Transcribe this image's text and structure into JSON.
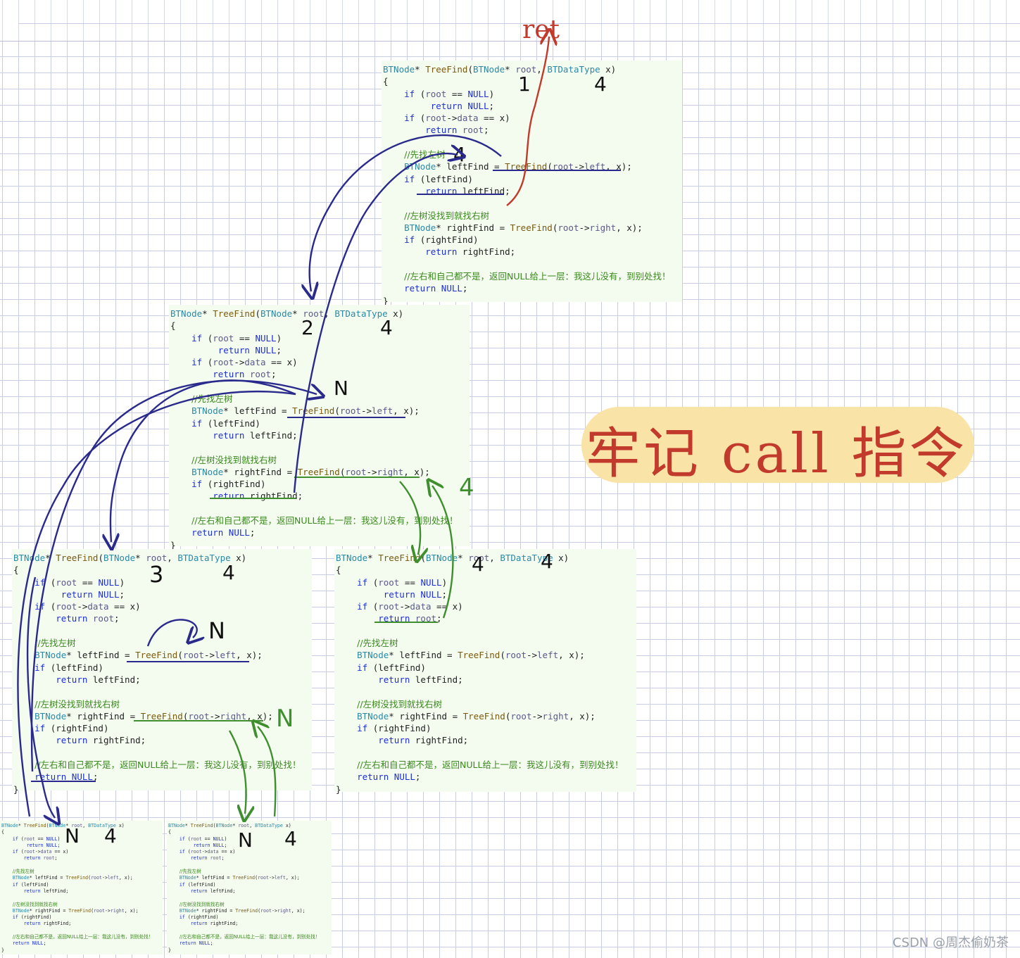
{
  "frames": [
    {
      "id": "frame1",
      "lines": [
        "BTNode* TreeFind(BTNode* root, BTDataType x)",
        "{",
        "    if (root == NULL)",
        "         return NULL;",
        "    if (root->data == x)",
        "        return root;",
        "",
        "    //先找左树",
        "    BTNode* leftFind = TreeFind(root->left, x);",
        "    if (leftFind)",
        "        return leftFind;",
        "",
        "    //左树没找到就找右树",
        "    BTNode* rightFind = TreeFind(root->right, x);",
        "    if (rightFind)",
        "        return rightFind;",
        "",
        "    //左右和自己都不是，返回NULL给上一层：我这儿没有，到别处找！",
        "    return NULL;",
        "}"
      ]
    },
    {
      "id": "frame2",
      "lines": [
        "BTNode* TreeFind(BTNode* root, BTDataType x)",
        "{",
        "    if (root == NULL)",
        "         return NULL;",
        "    if (root->data == x)",
        "        return root;",
        "",
        "    //先找左树",
        "    BTNode* leftFind = TreeFind(root->left, x);",
        "    if (leftFind)",
        "        return leftFind;",
        "",
        "    //左树没找到就找右树",
        "    BTNode* rightFind = TreeFind(root->right, x);",
        "    if (rightFind)",
        "        return rightFind;",
        "",
        "    //左右和自己都不是，返回NULL给上一层：我这儿没有，到别处找！",
        "    return NULL;",
        "}"
      ]
    },
    {
      "id": "frame3",
      "lines": [
        "BTNode* TreeFind(BTNode* root, BTDataType x)",
        "{",
        "    if (root == NULL)",
        "         return NULL;",
        "    if (root->data == x)",
        "        return root;",
        "",
        "    //先找左树",
        "    BTNode* leftFind = TreeFind(root->left, x);",
        "    if (leftFind)",
        "        return leftFind;",
        "",
        "    //左树没找到就找右树",
        "    BTNode* rightFind = TreeFind(root->right, x);",
        "    if (rightFind)",
        "        return rightFind;",
        "",
        "    //左右和自己都不是，返回NULL给上一层：我这儿没有，到别处找！",
        "    return NULL;",
        "}"
      ]
    },
    {
      "id": "frame4",
      "lines": [
        "BTNode* TreeFind(BTNode* root, BTDataType x)",
        "{",
        "    if (root == NULL)",
        "         return NULL;",
        "    if (root->data == x)",
        "        return root;",
        "",
        "    //先找左树",
        "    BTNode* leftFind = TreeFind(root->left, x);",
        "    if (leftFind)",
        "        return leftFind;",
        "",
        "    //左树没找到就找右树",
        "    BTNode* rightFind = TreeFind(root->right, x);",
        "    if (rightFind)",
        "        return rightFind;",
        "",
        "    //左右和自己都不是，返回NULL给上一层：我这儿没有，到别处找！",
        "    return NULL;",
        "}"
      ]
    },
    {
      "id": "frame5",
      "lines": [
        "BTNode* TreeFind(BTNode* root, BTDataType x)",
        "{",
        "    if (root == NULL)",
        "         return NULL;",
        "    if (root->data == x)",
        "        return root;",
        "",
        "    //先找左树",
        "    BTNode* leftFind = TreeFind(root->left, x);",
        "    if (leftFind)",
        "        return leftFind;",
        "",
        "    //左树没找到就找右树",
        "    BTNode* rightFind = TreeFind(root->right, x);",
        "    if (rightFind)",
        "        return rightFind;",
        "",
        "    //左右和自己都不是，返回NULL给上一层：我这儿没有，到别处找！",
        "    return NULL;",
        "}"
      ]
    },
    {
      "id": "frame6",
      "lines": [
        "BTNode* TreeFind(BTNode* root, BTDataType x)",
        "{",
        "    if (root == NULL)",
        "         return NULL;",
        "    if (root->data == x)",
        "        return root;",
        "",
        "    //先找左树",
        "    BTNode* leftFind = TreeFind(root->left, x);",
        "    if (leftFind)",
        "        return leftFind;",
        "",
        "    //左树没找到就找右树",
        "    BTNode* rightFind = TreeFind(root->right, x);",
        "    if (rightFind)",
        "        return rightFind;",
        "",
        "    //左右和自己都不是，返回NULL给上一层：我这儿没有，到别处找！",
        "    return NULL;",
        "}"
      ]
    }
  ],
  "annotations": {
    "ret": "ret",
    "remember": "牢记 call 指令",
    "frame1_depth": "1",
    "frame1_x": "4",
    "frame1_left_x": "4",
    "frame2_depth": "2",
    "frame2_x": "4",
    "frame2_left_result": "N",
    "frame2_right_result": "4",
    "frame3_depth": "3",
    "frame3_x": "4",
    "frame3_left_result": "N",
    "frame3_right_result": "N",
    "frame4_depth": "4",
    "frame4_x": "4",
    "frame5_result": "N",
    "frame5_x": "4",
    "frame6_result": "N",
    "frame6_x": "4"
  },
  "watermark": "CSDN @周杰偷奶茶",
  "colors": {
    "call_arrow": "#2a2a8c",
    "return_arrow_green": "#3f8f2f",
    "return_arrow_red": "#c23a2c",
    "highlight": "#f9e3a6"
  }
}
